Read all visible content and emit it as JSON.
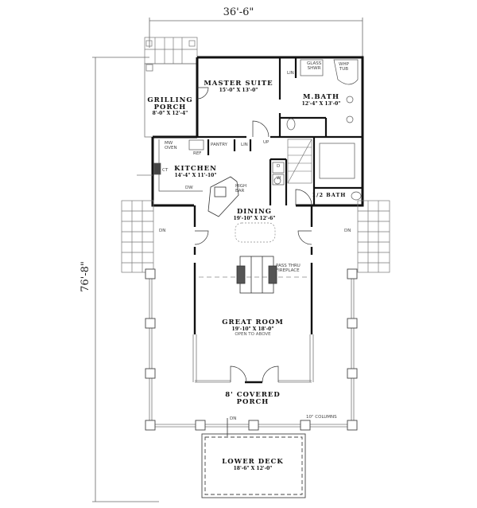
{
  "plan": {
    "overall_width": "36'-6\"",
    "overall_depth": "76'-8\"",
    "rooms": {
      "master_suite": {
        "name": "MASTER SUITE",
        "size": "15'-0\" X 13'-0\""
      },
      "grilling_porch": {
        "name_line1": "GRILLING",
        "name_line2": "PORCH",
        "size": "8'-0\" X 12'-4\""
      },
      "master_bath": {
        "name": "M.BATH",
        "size": "12'-4\" X 13'-0\""
      },
      "kitchen": {
        "name": "KITCHEN",
        "size": "14'-4\" X 11'-10\""
      },
      "dining": {
        "name": "DINING",
        "size": "19'-10\" X 12'-6\""
      },
      "half_bath": {
        "name": "1/2 BATH"
      },
      "great_room": {
        "name": "GREAT ROOM",
        "size": "19'-10\" X 18'-0\"",
        "note": "OPEN TO ABOVE"
      },
      "covered_porch": {
        "name_line1": "8' COVERED",
        "name_line2": "PORCH"
      },
      "lower_deck": {
        "name": "LOWER DECK",
        "size": "18'-6\" X 12'-0\""
      }
    },
    "fixtures": {
      "linen_master": "LIN",
      "glass_shower_1": "GLASS",
      "glass_shower_2": "SHWR",
      "whirlpool_1": "WHP",
      "whirlpool_2": "TUB",
      "microwave_1": "MW",
      "microwave_2": "OVEN",
      "refrigerator": "REF",
      "pantry": "PANTRY",
      "linen_hall": "LIN",
      "stairs_up": "UP",
      "cooktop": "CT",
      "dishwasher": "DW",
      "high_bar_1": "HIGH",
      "high_bar_2": "BAR",
      "dryer": "D",
      "washer": "W",
      "fireplace_1": "PASS THRU",
      "fireplace_2": "FIREPLACE",
      "stairs_down_left": "DN",
      "stairs_down_right": "DN",
      "stairs_down_deck": "DN",
      "columns_note": "10\" COLUMNS"
    }
  }
}
